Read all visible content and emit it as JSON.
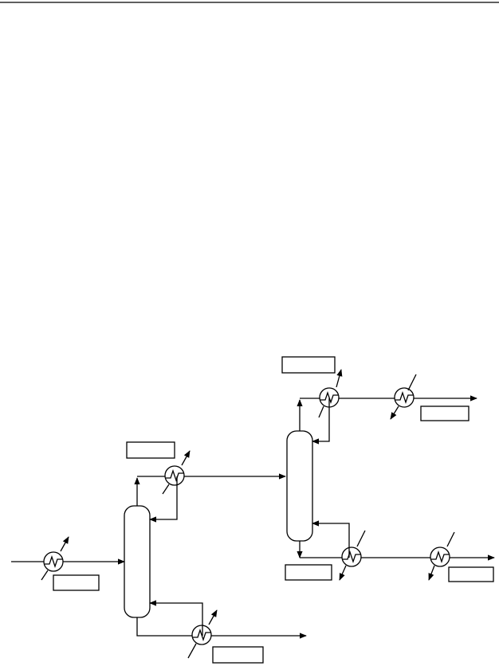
{
  "diagram": {
    "line_color": "#000000",
    "background": "#ffffff",
    "components": {
      "column_1": "distillation-column",
      "column_2": "distillation-column",
      "heat_exchangers": "heat-exchanger-icon",
      "stream_labels": "blank-label-box"
    }
  }
}
